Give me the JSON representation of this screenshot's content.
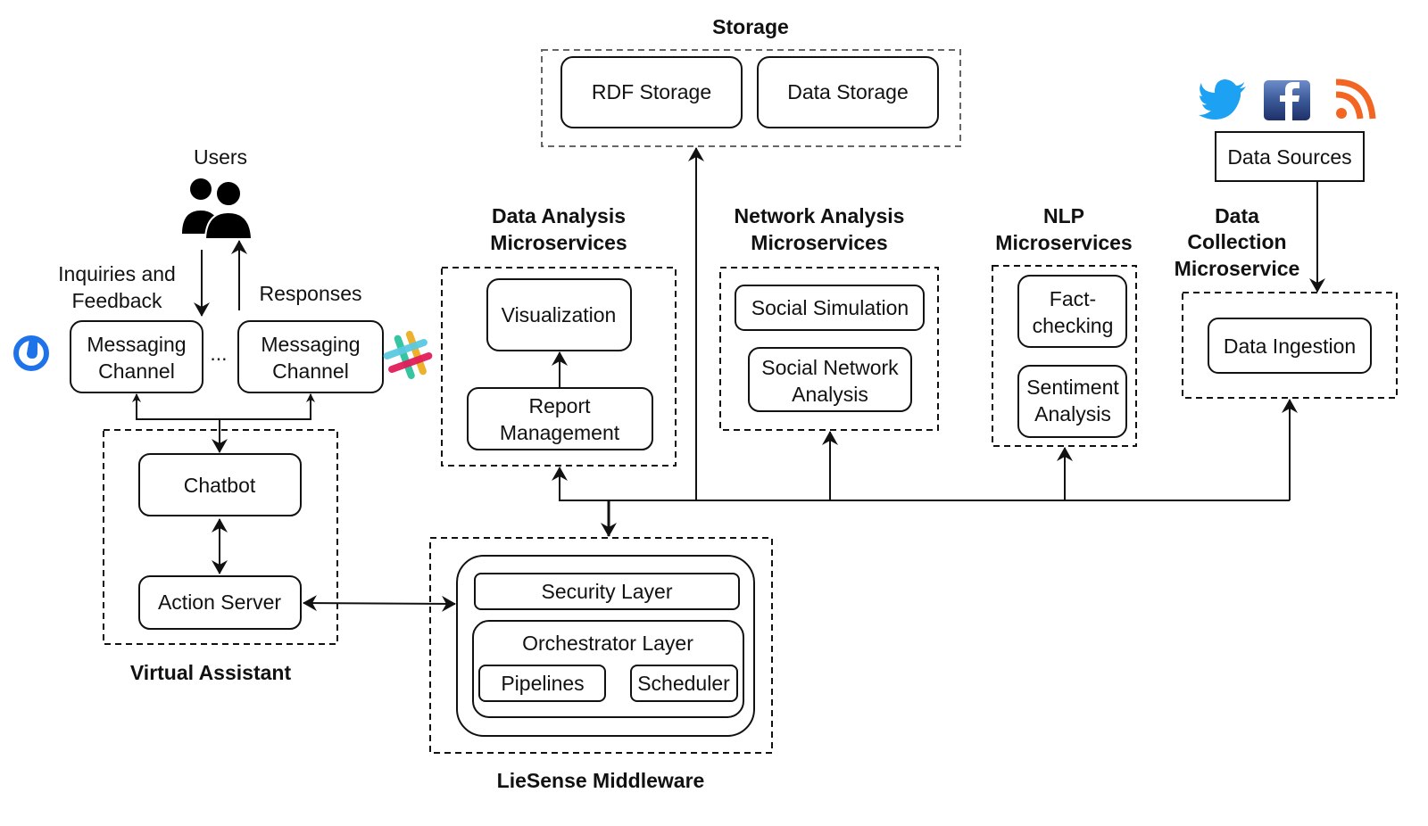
{
  "groups": {
    "storage": {
      "title": "Storage",
      "items": [
        "RDF Storage",
        "Data Storage"
      ]
    },
    "users": {
      "title": "Users",
      "inquiries_line1": "Inquiries and",
      "inquiries_line2": "Feedback",
      "responses": "Responses"
    },
    "messaging": {
      "left_line1": "Messaging",
      "left_line2": "Channel",
      "right_line1": "Messaging",
      "right_line2": "Channel",
      "ellipsis": "..."
    },
    "virtual_assistant": {
      "title": "Virtual Assistant",
      "chatbot": "Chatbot",
      "action_server": "Action Server"
    },
    "data_analysis": {
      "title_line1": "Data Analysis",
      "title_line2": "Microservices",
      "visualization": "Visualization",
      "report_line1": "Report",
      "report_line2": "Management"
    },
    "network_analysis": {
      "title_line1": "Network Analysis",
      "title_line2": "Microservices",
      "social_simulation": "Social Simulation",
      "sna_line1": "Social Network",
      "sna_line2": "Analysis"
    },
    "nlp": {
      "title_line1": "NLP",
      "title_line2": "Microservices",
      "fact_line1": "Fact-",
      "fact_line2": "checking",
      "sentiment_line1": "Sentiment",
      "sentiment_line2": "Analysis"
    },
    "data_collection": {
      "title_line1": "Data",
      "title_line2": "Collection",
      "title_line3": "Microservice",
      "ingestion": "Data Ingestion"
    },
    "data_sources": {
      "label": "Data Sources",
      "icons": [
        "twitter-icon",
        "facebook-icon",
        "rss-icon"
      ]
    },
    "middleware": {
      "title": "LieSense Middleware",
      "security": "Security Layer",
      "orchestrator": "Orchestrator Layer",
      "pipelines": "Pipelines",
      "scheduler": "Scheduler"
    }
  },
  "colors": {
    "twitter": "#1da1f2",
    "facebook": "#3b5998",
    "rss": "#f26522",
    "mattermost": "#1e73e8"
  }
}
